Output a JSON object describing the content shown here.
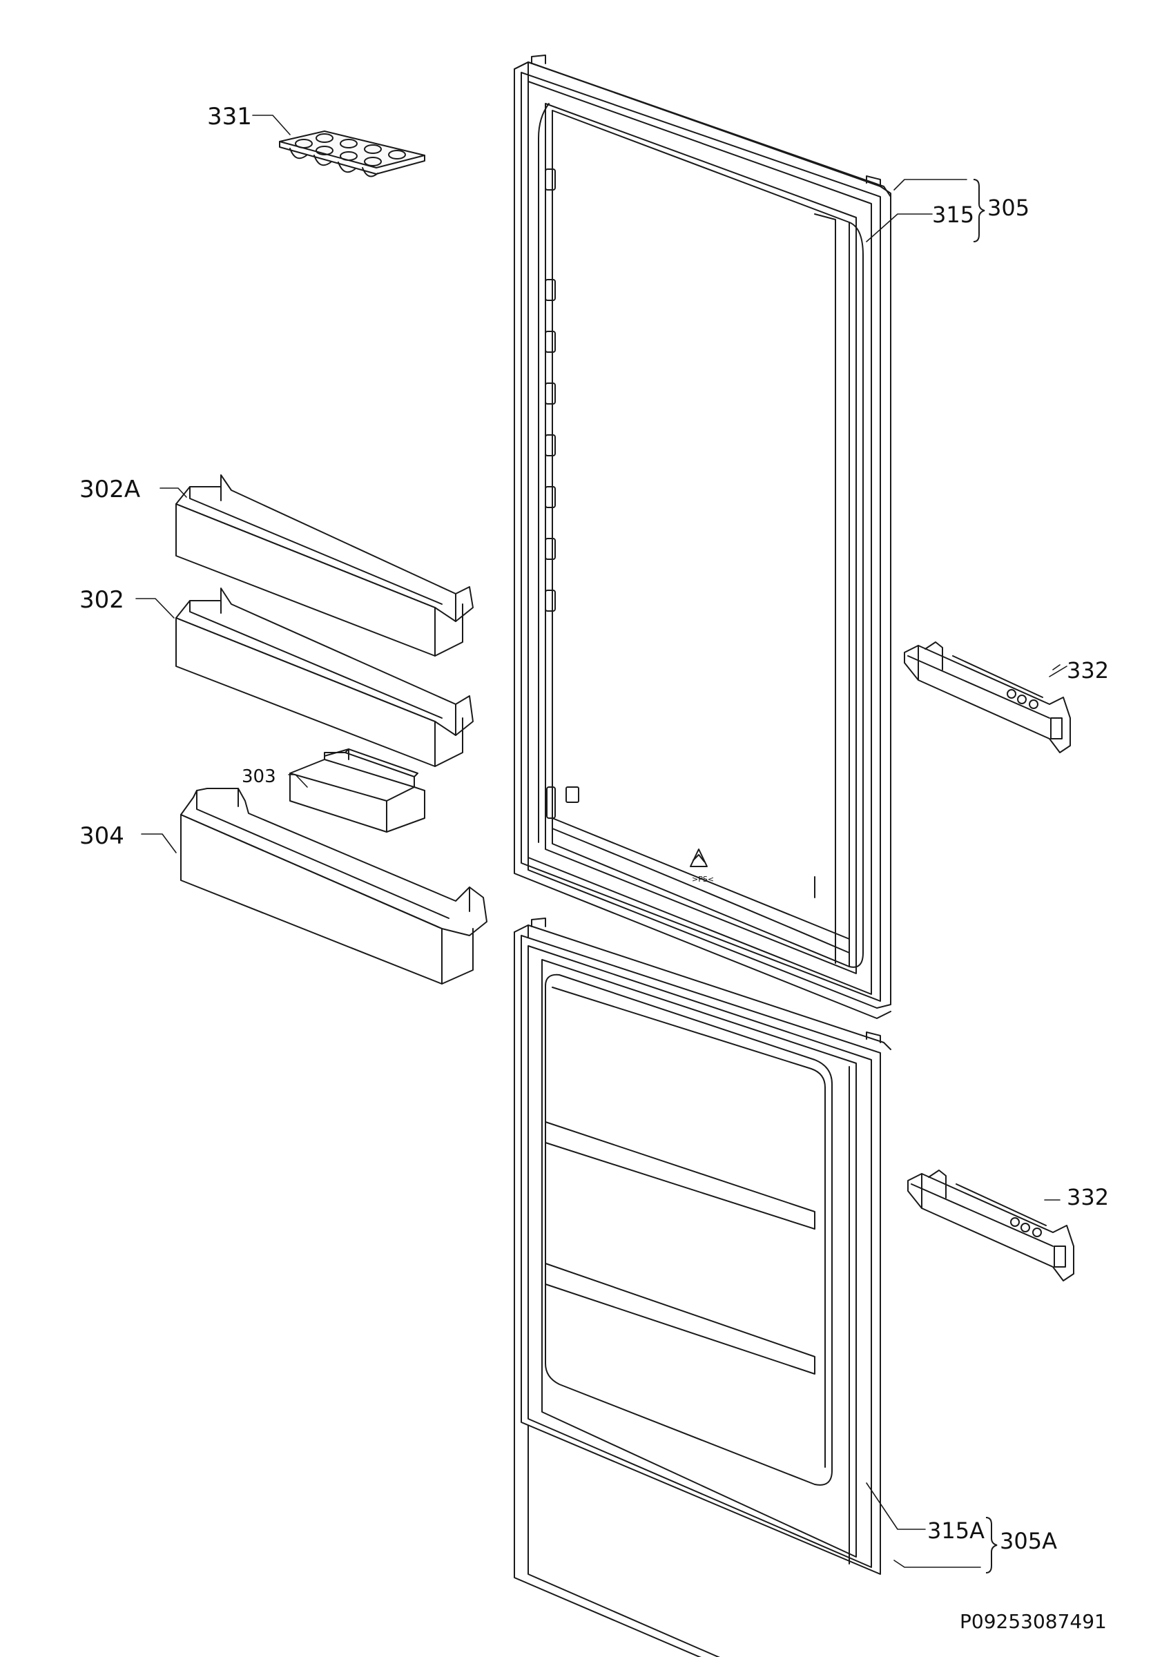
{
  "diagram": {
    "part_labels": {
      "egg_tray": "331",
      "door_shelf_upper": "302A",
      "door_shelf": "302",
      "small_box": "303",
      "bottle_shelf": "304",
      "gasket_upper": "315",
      "door_upper": "305",
      "hinge_upper": "332",
      "hinge_lower": "332",
      "gasket_lower": "315A",
      "door_lower": "305A"
    },
    "reference_code": "P09253087491",
    "recycling_mark": ">PS<"
  }
}
